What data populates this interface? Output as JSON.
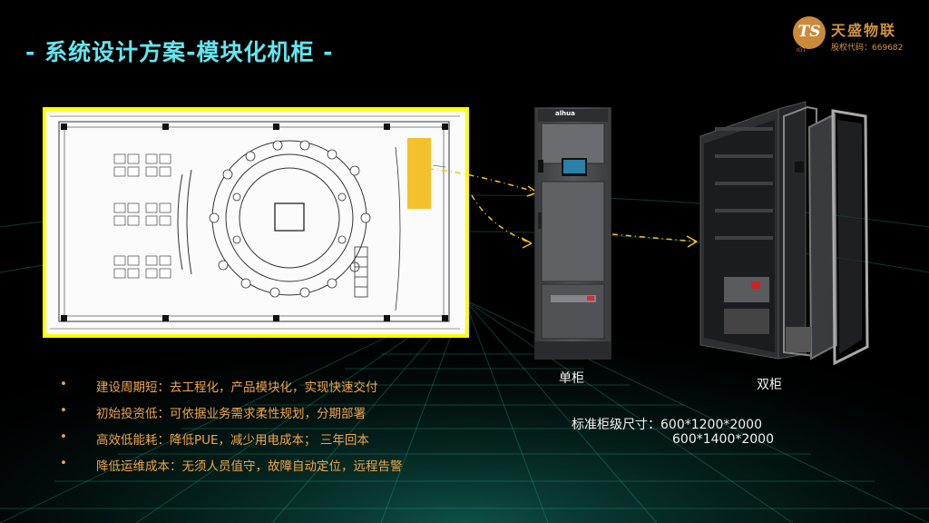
{
  "slide": {
    "title": "- 系统设计方案-模块化机柜 -"
  },
  "logo": {
    "mark": "TS",
    "iot_text": "IOT",
    "name": "天盛物联",
    "code": "股权代码：669682"
  },
  "cabinets": {
    "single_brand": "alhua",
    "single_label": "单柜",
    "double_label": "双柜",
    "size_caption": "标准柜级尺寸：600*1200*2000",
    "size_alt": "600*1400*2000"
  },
  "features": [
    {
      "bullet": "•",
      "text": "建设周期短：去工程化，产品模块化，实现快速交付"
    },
    {
      "bullet": "•",
      "text": "初始投资低：可依据业务需求柔性规划，分期部署"
    },
    {
      "bullet": "•",
      "text": "高效低能耗：降低PUE，减少用电成本； 三年回本"
    },
    {
      "bullet": "•",
      "text": "降低运维成本：无须人员值守，故障自动定位，远程告警"
    }
  ],
  "colors": {
    "title": "#63e6ef",
    "bullet_text": "#f0a64a",
    "highlight": "#ffff00",
    "logo": "#d29440",
    "background": "#000000"
  }
}
